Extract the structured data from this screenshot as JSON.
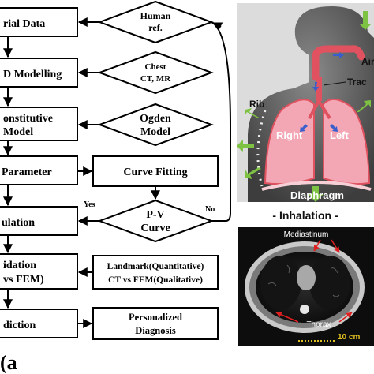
{
  "flowchart": {
    "left_boxes": [
      "rial Data",
      "D Modelling",
      "onstitutive",
      "Model",
      "Parameter",
      "ulation",
      "idation",
      "vs FEM)",
      "diction"
    ],
    "right_diamonds": [
      {
        "line1": "Human",
        "line2": "ref."
      },
      {
        "line1": "Chest",
        "line2": "CT, MR"
      },
      {
        "line1": "Ogden",
        "line2": "Model"
      },
      {
        "line1": "P-V",
        "line2": "Curve"
      }
    ],
    "right_boxes": {
      "curve_fitting": "Curve Fitting",
      "validation_line1": "Landmark(Quantitative)",
      "validation_line2": "CT vs FEM(Qualitative)",
      "diagnosis_line1": "Personalized",
      "diagnosis_line2": "Diagnosis"
    },
    "branch_labels": {
      "yes": "Yes",
      "no": "No"
    },
    "panel_label": "(a"
  },
  "anatomy": {
    "labels": {
      "air": "Air",
      "trachea": "Trac",
      "rib": "Rib",
      "right": "Right",
      "left": "Left",
      "diaphragm": "Diaphragm"
    },
    "title": "- Inhalation -"
  },
  "ct_scan": {
    "labels": {
      "mediastinum": "Mediastinum",
      "thorax": "Thorax",
      "scale": "10 cm"
    }
  },
  "colors": {
    "arrow_green": "#7dc242",
    "arrow_blue": "#3a5fcd",
    "lung_pink": "#f3a6b4",
    "airway_red": "#e0525f",
    "body_gray": "#5d5d5d",
    "ct_red": "#e02020"
  }
}
